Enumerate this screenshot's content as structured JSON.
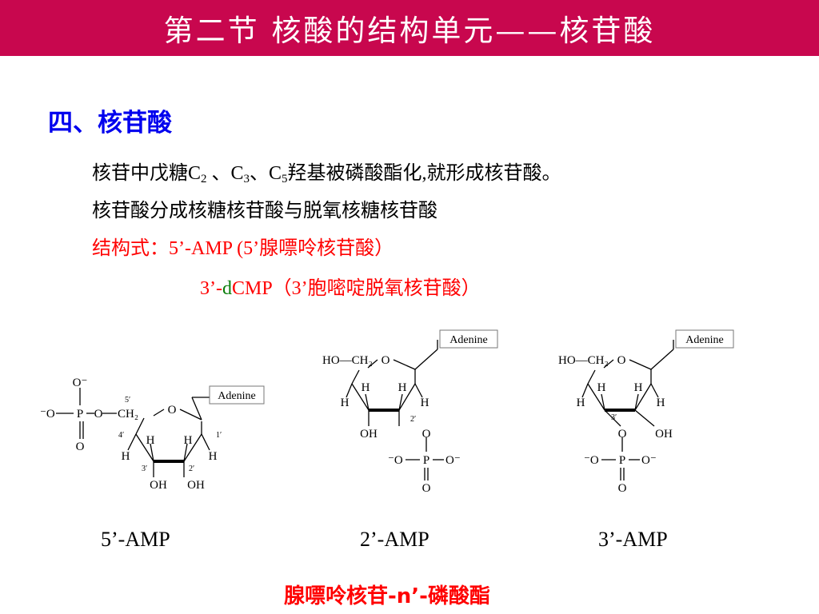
{
  "header": {
    "title": "第二节  核酸的结构单元——核苷酸"
  },
  "section": {
    "heading": "四、核苷酸"
  },
  "body": {
    "line1": {
      "pre": "核苷中戊糖C",
      "sub1": "2",
      "mid1": " 、C",
      "sub2": "3",
      "mid2": "、C",
      "sub3": "5",
      "post": "羟基被磷酸酯化,就形成核苷酸。"
    },
    "line2": "核苷酸分成核糖核苷酸与脱氧核糖核苷酸",
    "line3": "结构式：5’-AMP  (5’腺嘌呤核苷酸）",
    "line4": {
      "pre": "3’-",
      "d": "d",
      "post": "CMP（3’胞嘧啶脱氧核苷酸）"
    }
  },
  "structures": {
    "base_label": "Adenine",
    "s1": {
      "phosphate_top": "O⁻",
      "phosphate_left": "⁻O",
      "phosphate_p": "P",
      "phosphate_o": "O",
      "phosphate_bottom": "O",
      "ch2": "CH₂",
      "ring_o": "O",
      "n5": "5′",
      "n4": "4′",
      "n3": "3′",
      "n2": "2′",
      "n1": "1′",
      "h": "H",
      "oh": "OH"
    },
    "s2": {
      "hoch2": "HO—CH₂",
      "ring_o": "O",
      "h": "H",
      "oh": "OH",
      "n2": "2′",
      "o": "O",
      "p": "P",
      "o_minus_left": "⁻O",
      "o_minus_right": "O⁻"
    },
    "s3": {
      "hoch2": "HO—CH₂",
      "ring_o": "O",
      "h": "H",
      "oh": "OH",
      "n3": "3′",
      "o": "O",
      "p": "P",
      "o_minus_left": "⁻O",
      "o_minus_right": "O⁻"
    }
  },
  "captions": [
    "5’-AMP",
    "2’-AMP",
    "3’-AMP"
  ],
  "footer": {
    "label": "腺嘌呤核苷-n’-磷酸酯"
  },
  "colors": {
    "title_bg": "#c8074e",
    "heading": "#0000ee",
    "highlight": "#ff0000",
    "d_letter": "#0a7d0a"
  }
}
